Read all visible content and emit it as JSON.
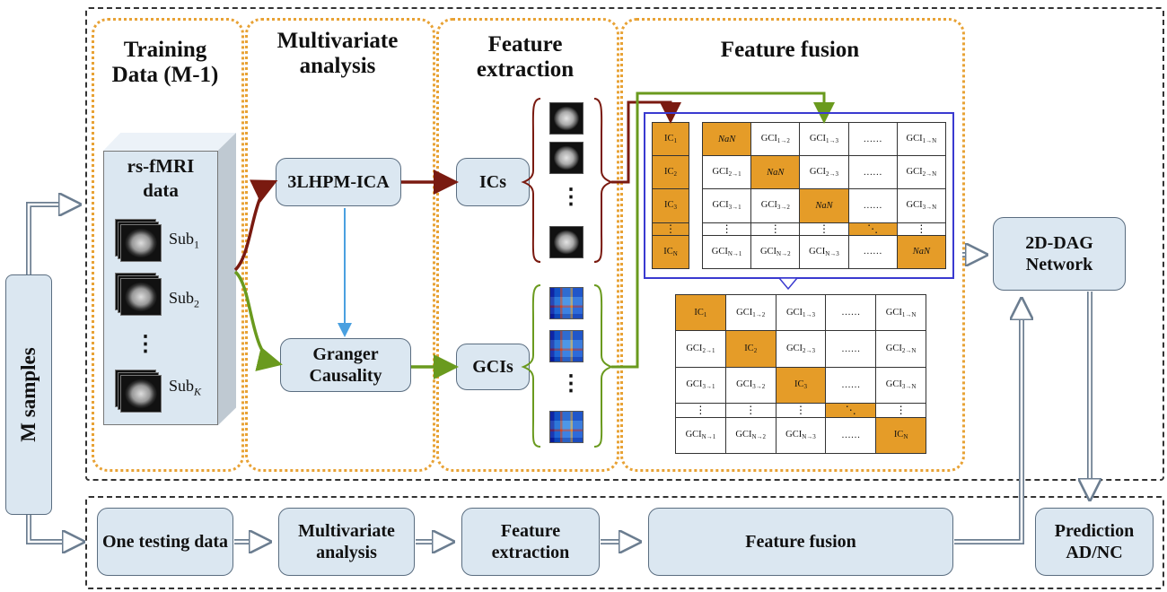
{
  "panels": {
    "training": "Training Data (M-1)",
    "multivariate": "Multivariate analysis",
    "feature_extraction": "Feature extraction",
    "feature_fusion": "Feature fusion"
  },
  "left": {
    "m_samples": "M samples",
    "rs_fmri_line1": "rs-fMRI",
    "rs_fmri_line2": "data",
    "sub1": "Sub",
    "sub1_idx": "1",
    "sub2": "Sub",
    "sub2_idx": "2",
    "subk": "Sub",
    "subk_idx": "K",
    "ellipsis": "⋮"
  },
  "nodes": {
    "ica": "3LHPM-ICA",
    "granger": "Granger Causality",
    "ics": "ICs",
    "gcis": "GCIs",
    "dag": "2D-DAG Network",
    "prediction": "Prediction AD/NC"
  },
  "bottom": {
    "testing": "One testing data",
    "multivariate": "Multivariate analysis",
    "feature_extraction": "Feature extraction",
    "feature_fusion": "Feature fusion"
  },
  "matrix_top": {
    "ic_col": [
      "IC|1",
      "IC|2",
      "IC|3",
      "⋮",
      "IC|N"
    ],
    "rows": [
      [
        "NaN",
        "GCI|1→2",
        "GCI|1→3",
        "……",
        "GCI|1→N"
      ],
      [
        "GCI|2→1",
        "NaN",
        "GCI|2→3",
        "……",
        "GCI|2→N"
      ],
      [
        "GCI|3→1",
        "GCI|3→2",
        "NaN",
        "……",
        "GCI|3→N"
      ],
      [
        "⋮",
        "⋮",
        "⋮",
        "⋱",
        "⋮"
      ],
      [
        "GCI|N→1",
        "GCI|N→2",
        "GCI|N→3",
        "……",
        "NaN"
      ]
    ]
  },
  "matrix_bottom": {
    "rows": [
      [
        "IC|1",
        "GCI|1→2",
        "GCI|1→3",
        "……",
        "GCI|1→N"
      ],
      [
        "GCI|2→1",
        "IC|2",
        "GCI|2→3",
        "……",
        "GCI|2→N"
      ],
      [
        "GCI|3→1",
        "GCI|3→2",
        "IC|3",
        "……",
        "GCI|3→N"
      ],
      [
        "⋮",
        "⋮",
        "⋮",
        "⋱",
        "⋮"
      ],
      [
        "GCI|N→1",
        "GCI|N→2",
        "GCI|N→3",
        "……",
        "IC|N"
      ]
    ]
  },
  "colors": {
    "box_fill": "#dbe7f1",
    "panel_dotted": "#e8a235",
    "arrow_ics": "#7a1a10",
    "arrow_gcis": "#6a9a1e",
    "arrow_blue": "#4aa0e0",
    "matrix_highlight": "#e59c28",
    "matrix_frame": "#3a3ad0"
  }
}
